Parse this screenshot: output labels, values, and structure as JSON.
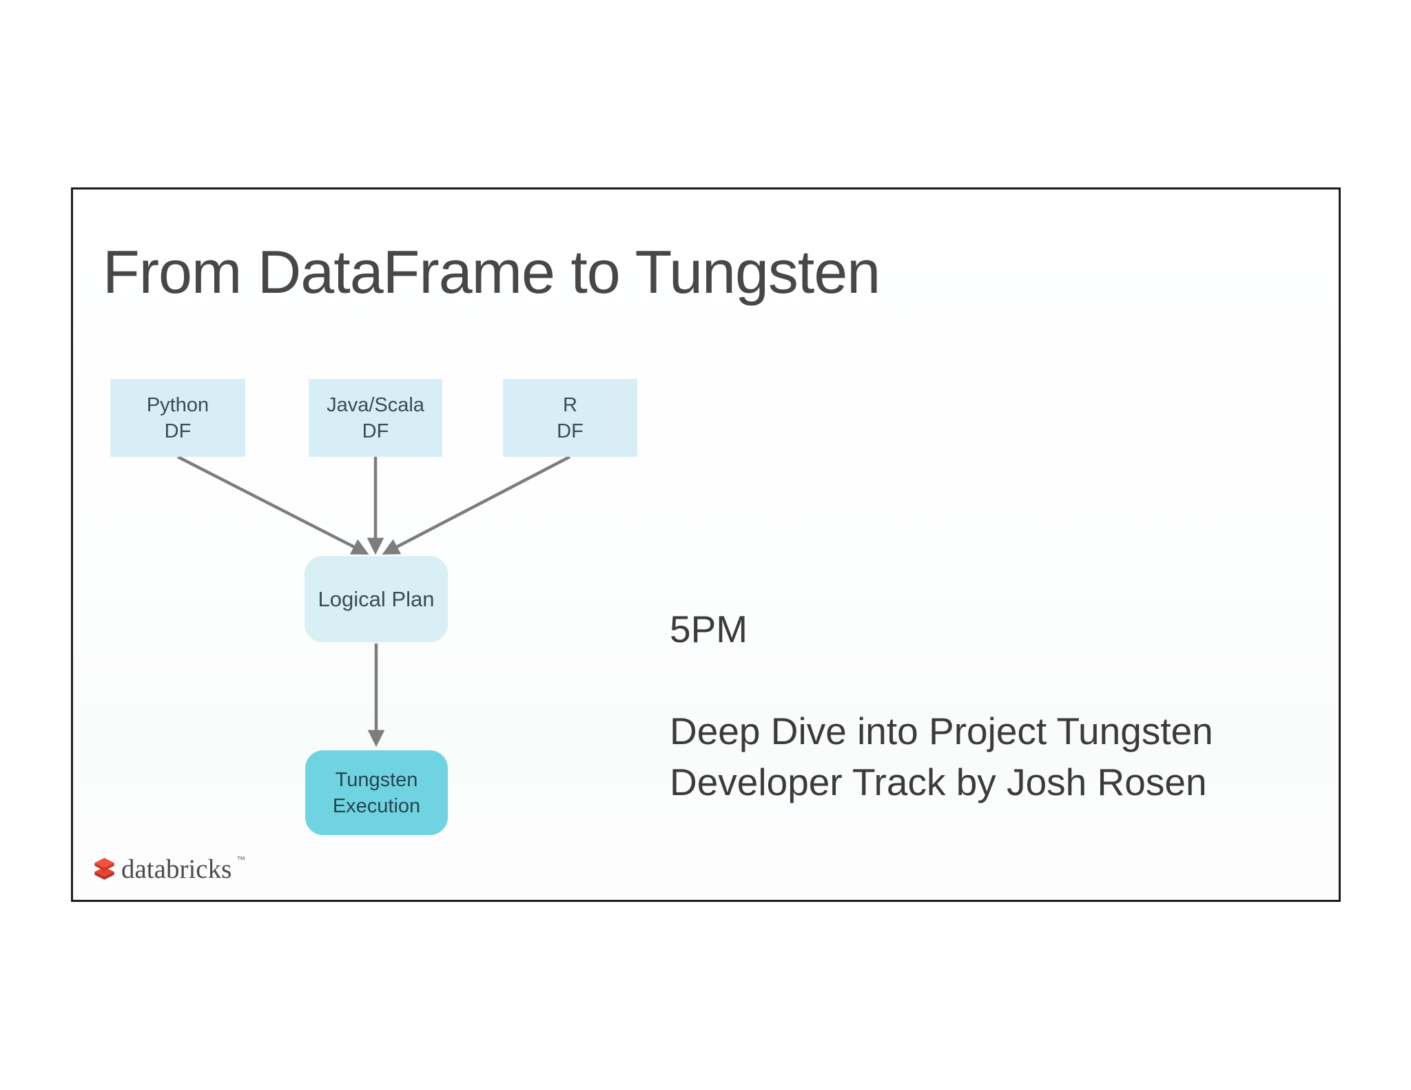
{
  "slide": {
    "title": "From DataFrame to Tungsten",
    "diagram": {
      "nodes": {
        "python_df": {
          "line1": "Python",
          "line2": "DF"
        },
        "java_scala_df": {
          "line1": "Java/Scala",
          "line2": "DF"
        },
        "r_df": {
          "line1": "R",
          "line2": "DF"
        },
        "logical_plan": {
          "line1": "Logical Plan"
        },
        "tungsten_execution": {
          "line1": "Tungsten",
          "line2": "Execution"
        }
      },
      "edges": [
        {
          "from": "python_df",
          "to": "logical_plan"
        },
        {
          "from": "java_scala_df",
          "to": "logical_plan"
        },
        {
          "from": "r_df",
          "to": "logical_plan"
        },
        {
          "from": "logical_plan",
          "to": "tungsten_execution"
        }
      ],
      "colors": {
        "node_fill": "#d7eef6",
        "node_accent_fill": "#70d3e1",
        "node_text": "#3d4a52",
        "accent_text": "#26454e",
        "arrow": "#7d7d7d"
      }
    },
    "side_text": {
      "time": "5PM",
      "line1": "Deep Dive into Project Tungsten",
      "line2": "Developer Track by Josh Rosen"
    },
    "footer": {
      "brand": "databricks",
      "trademark": "™",
      "brand_icon_color": "#e8432e"
    },
    "frame": {
      "border_color": "#1c1c1c",
      "title_color": "#474747"
    }
  }
}
